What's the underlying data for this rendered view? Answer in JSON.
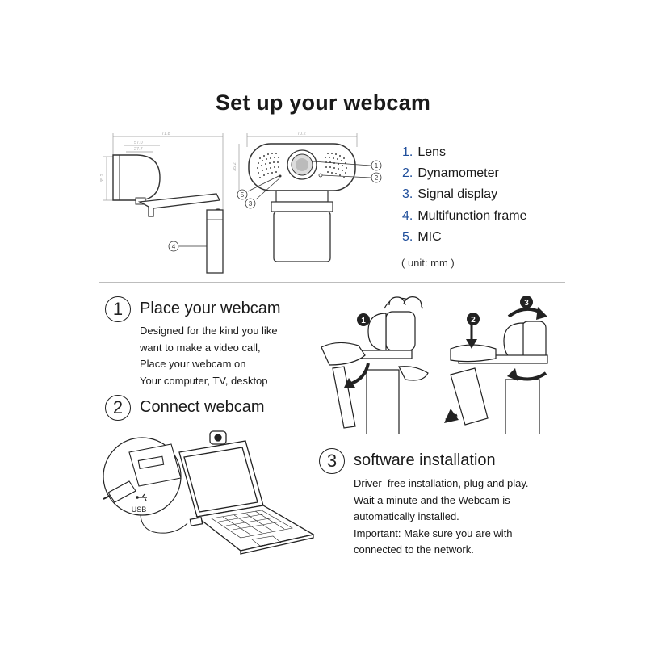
{
  "title": "Set up your webcam",
  "parts": [
    {
      "num": "1.",
      "label": "Lens"
    },
    {
      "num": "2.",
      "label": "Dynamometer"
    },
    {
      "num": "3.",
      "label": "Signal display"
    },
    {
      "num": "4.",
      "label": "Multifunction frame"
    },
    {
      "num": "5.",
      "label": "MIC"
    }
  ],
  "unit_note": "( unit: mm )",
  "callouts": {
    "c1": "1",
    "c2": "2",
    "c3": "3",
    "c4": "4",
    "c5": "5"
  },
  "steps": [
    {
      "number": "1",
      "title": "Place your webcam",
      "body": [
        "Designed for the kind you like",
        "want to make a video call,",
        "Place your webcam on",
        "Your computer, TV, desktop"
      ]
    },
    {
      "number": "2",
      "title": "Connect webcam",
      "usb_label": "USB"
    },
    {
      "number": "3",
      "title": "software installation",
      "body": [
        "Driver–free installation, plug and play.",
        "Wait a minute and the Webcam is",
        "automatically installed.",
        "Important: Make sure you are with",
        "connected to the network."
      ]
    }
  ],
  "illustration_markers": {
    "m1": "1",
    "m2": "2",
    "m3": "3"
  }
}
